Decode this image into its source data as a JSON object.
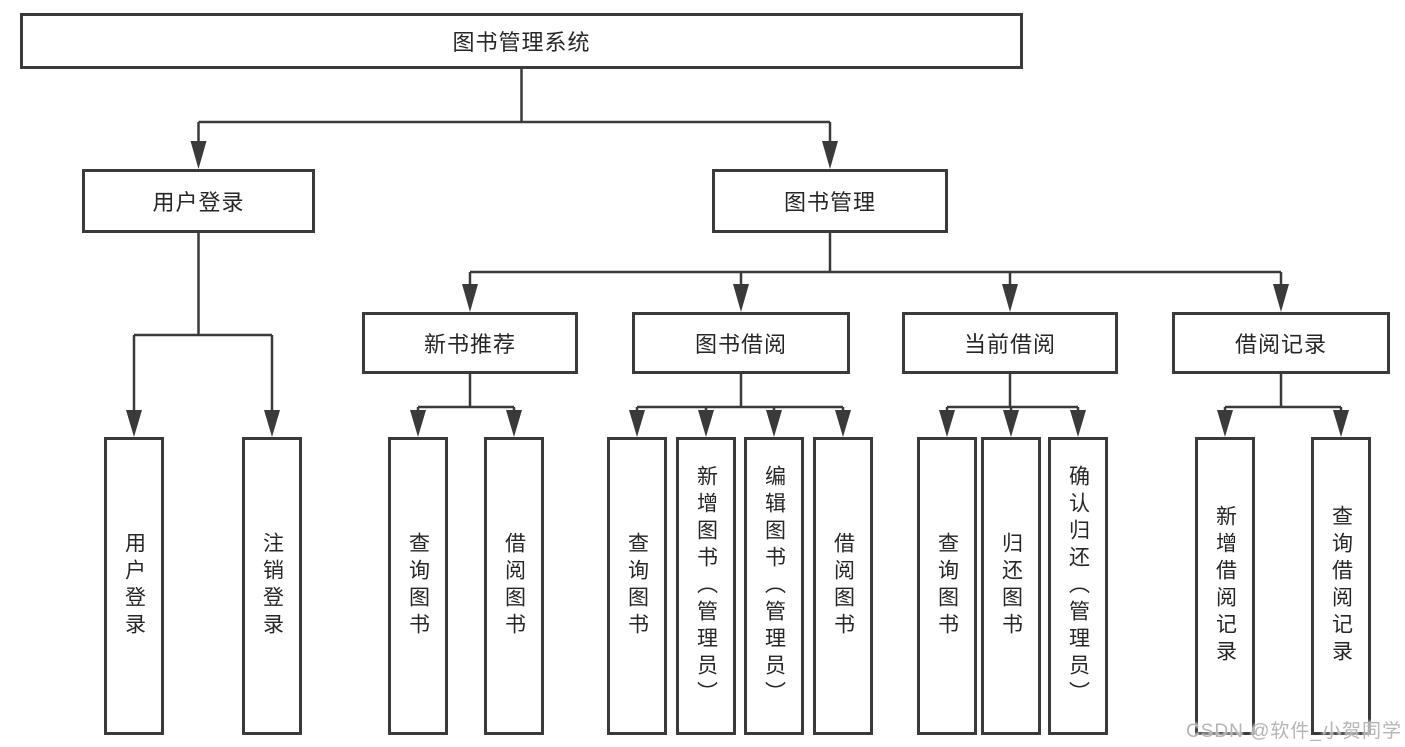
{
  "diagram_type": "hierarchy-tree",
  "tree": {
    "root": {
      "label": "图书管理系统",
      "children": [
        {
          "label": "用户登录",
          "children": [
            {
              "label": "用户登录"
            },
            {
              "label": "注销登录"
            }
          ]
        },
        {
          "label": "图书管理",
          "children": [
            {
              "label": "新书推荐",
              "children": [
                {
                  "label": "查询图书"
                },
                {
                  "label": "借阅图书"
                }
              ]
            },
            {
              "label": "图书借阅",
              "children": [
                {
                  "label": "查询图书"
                },
                {
                  "label": "新增图书（管理员）"
                },
                {
                  "label": "编辑图书（管理员）"
                },
                {
                  "label": "借阅图书"
                }
              ]
            },
            {
              "label": "当前借阅",
              "children": [
                {
                  "label": "查询图书"
                },
                {
                  "label": "归还图书"
                },
                {
                  "label": "确认归还（管理员）"
                }
              ]
            },
            {
              "label": "借阅记录",
              "children": [
                {
                  "label": "新增借阅记录"
                },
                {
                  "label": "查询借阅记录"
                }
              ]
            }
          ]
        }
      ]
    }
  },
  "watermark": "CSDN @软件_小贺同学",
  "colors": {
    "line": "#3a3a3a",
    "box_border": "#3a3a3a",
    "text": "#262626",
    "watermark": "#b5b5b5",
    "background": "#ffffff"
  }
}
